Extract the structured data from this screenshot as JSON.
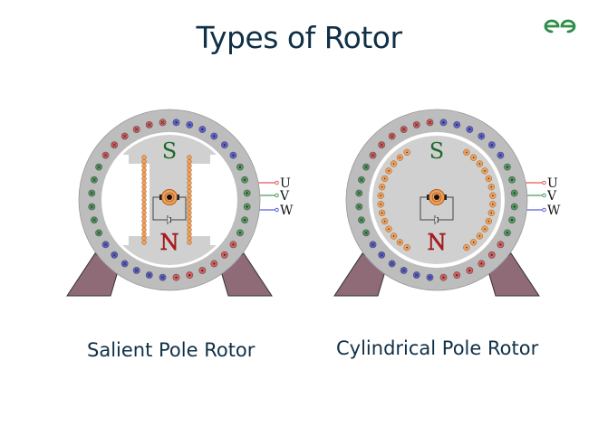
{
  "title": "Types of Rotor",
  "logo": {
    "icon": "geeksforgeeks-logo-icon",
    "color": "#2f8d46"
  },
  "colors": {
    "stator": "#bdbdbd",
    "rotor": "#d0d0d0",
    "feet": "#8f6b78",
    "phase_u": "#e05a5a",
    "phase_v": "#4e9a5c",
    "phase_w": "#5b5fd6",
    "field_coil": "#f0a05a",
    "pole_s": "#1f6b2a",
    "pole_n": "#c01818"
  },
  "machines": [
    {
      "id": "salient",
      "caption": "Salient Pole Rotor",
      "pole_top": "S",
      "pole_bottom": "N",
      "terminals": [
        "U",
        "V",
        "W"
      ]
    },
    {
      "id": "cylindrical",
      "caption": "Cylindrical Pole Rotor",
      "pole_top": "S",
      "pole_bottom": "N",
      "terminals": [
        "U",
        "V",
        "W"
      ]
    }
  ]
}
